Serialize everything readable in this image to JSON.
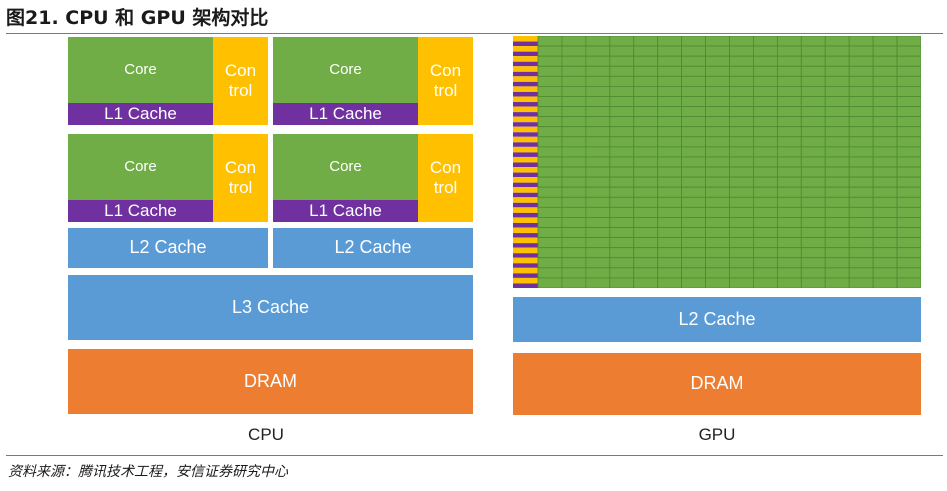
{
  "figure": {
    "title": "图21. CPU 和 GPU 架构对比",
    "source": "资料来源：腾讯技术工程，安信证券研究中心"
  },
  "cpu": {
    "label": "CPU",
    "core_label": "Core",
    "control_label": "Con trol",
    "l1_label": "L1 Cache",
    "l2_label": "L2 Cache",
    "l3_label": "L3 Cache",
    "dram_label": "DRAM",
    "core_count": 4,
    "l2_count": 2
  },
  "gpu": {
    "label": "GPU",
    "l2_label": "L2 Cache",
    "dram_label": "DRAM",
    "core_grid": {
      "rows": 25,
      "cols": 16
    },
    "control_strip_units": 25
  },
  "colors": {
    "core": "#70ad47",
    "control": "#ffc000",
    "l1_cache": "#7030a0",
    "cache": "#5b9bd5",
    "dram": "#ed7d31",
    "grid_line": "#4e8a30"
  }
}
